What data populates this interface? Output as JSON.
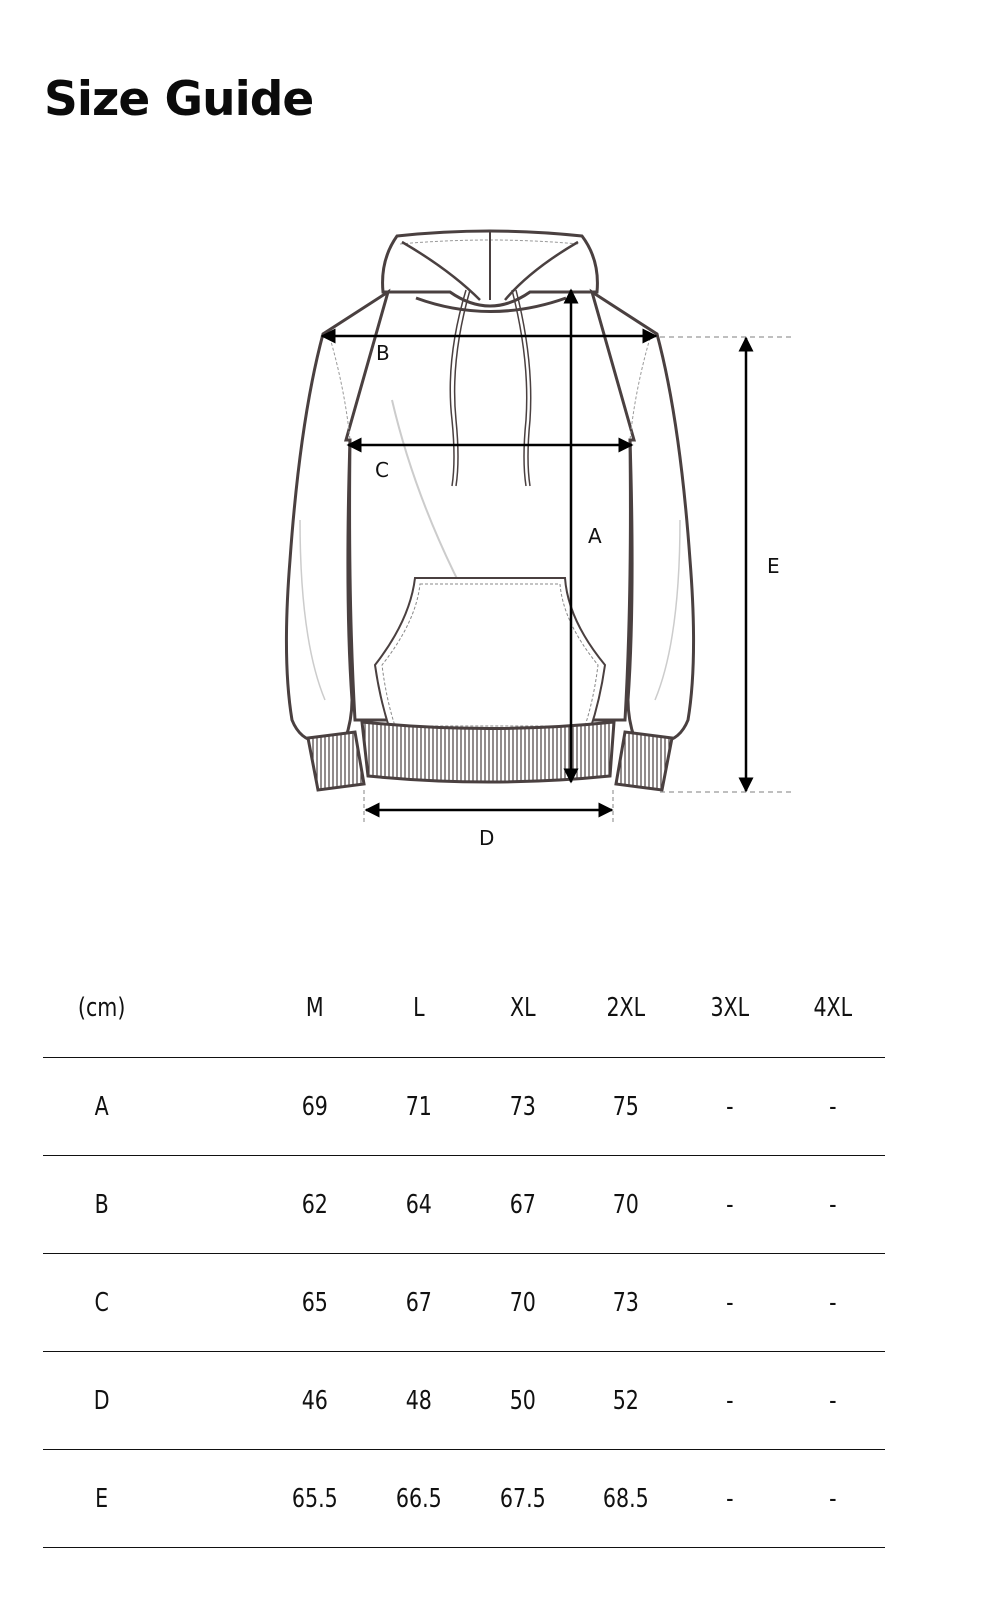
{
  "page": {
    "title": "Size Guide"
  },
  "diagram": {
    "garment": "hoodie",
    "labels": {
      "A": "A",
      "B": "B",
      "C": "C",
      "D": "D",
      "E": "E"
    },
    "colors": {
      "outline": "#4a4040",
      "arrow": "#000000",
      "guide": "#999999"
    }
  },
  "size_table": {
    "unit_label": "(cm)",
    "columns": [
      "M",
      "L",
      "XL",
      "2XL",
      "3XL",
      "4XL"
    ],
    "rows": [
      {
        "label": "A",
        "values": [
          "69",
          "71",
          "73",
          "75",
          "-",
          "-"
        ]
      },
      {
        "label": "B",
        "values": [
          "62",
          "64",
          "67",
          "70",
          "-",
          "-"
        ]
      },
      {
        "label": "C",
        "values": [
          "65",
          "67",
          "70",
          "73",
          "-",
          "-"
        ]
      },
      {
        "label": "D",
        "values": [
          "46",
          "48",
          "50",
          "52",
          "-",
          "-"
        ]
      },
      {
        "label": "E",
        "values": [
          "65.5",
          "66.5",
          "67.5",
          "68.5",
          "-",
          "-"
        ]
      }
    ]
  }
}
